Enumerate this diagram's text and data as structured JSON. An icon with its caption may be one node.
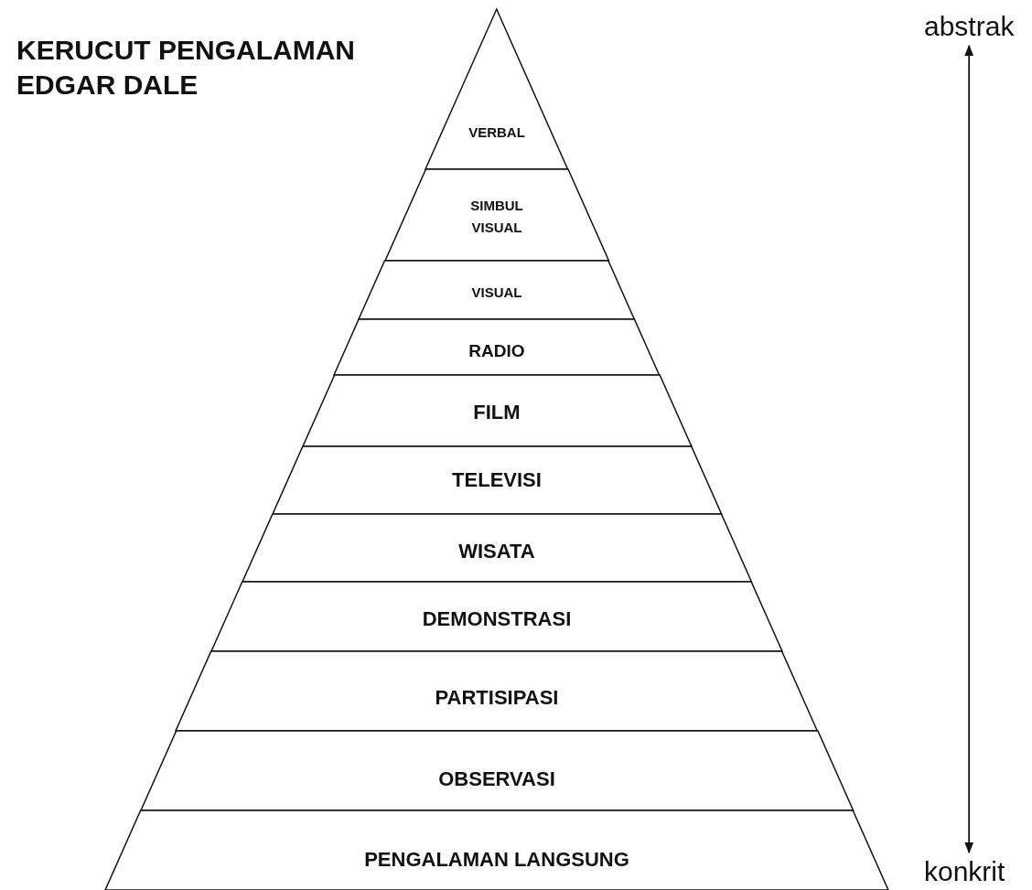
{
  "diagram": {
    "title": "KERUCUT PENGALAMAN EDGAR DALE",
    "nodes": [
      {
        "text": [
          "VERBAL"
        ]
      },
      {
        "text": [
          "SIMBUL VISUAL"
        ]
      },
      {
        "text": [
          "VISUAL"
        ]
      },
      {
        "text": [
          "RADIO"
        ]
      },
      {
        "text": [
          "FILM"
        ]
      },
      {
        "text": [
          "TELEVISI"
        ]
      },
      {
        "text": [
          "WISATA"
        ]
      },
      {
        "text": [
          "DEMONSTRASI"
        ]
      },
      {
        "text": [
          "PARTISIPASI"
        ]
      },
      {
        "text": [
          "OBSERVASI"
        ]
      },
      {
        "text": [
          "PENGALAMAN LANGSUNG"
        ]
      },
      {
        "text": [
          "abstrak"
        ]
      },
      {
        "text": [
          "konkrit"
        ]
      }
    ],
    "edges": [
      {
        "from": 11,
        "to": 12,
        "arrow": "both"
      }
    ]
  }
}
